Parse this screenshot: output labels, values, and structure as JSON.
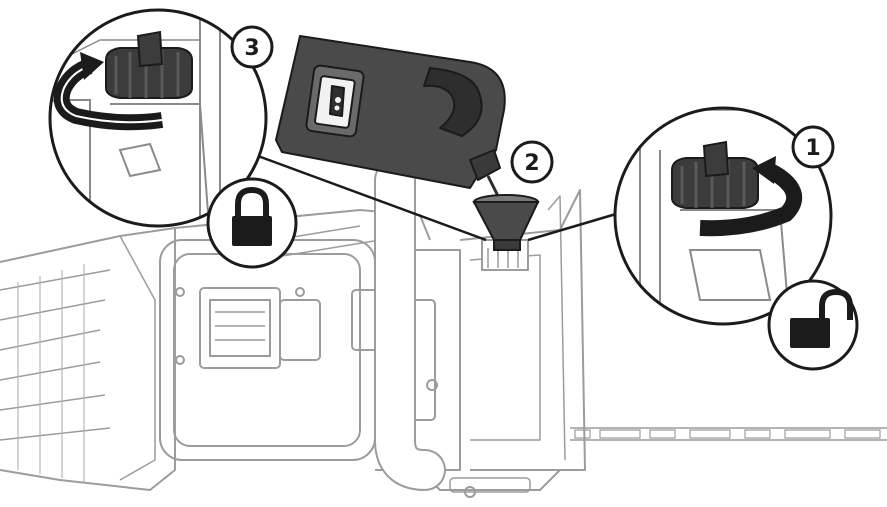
{
  "diagram": {
    "steps": [
      {
        "number": "1",
        "action": "unscrew-cap"
      },
      {
        "number": "2",
        "action": "pour-oil"
      },
      {
        "number": "3",
        "action": "screw-cap"
      }
    ],
    "icons": {
      "unlocked": "unlocked-padlock-icon",
      "locked": "locked-padlock-icon"
    },
    "colors": {
      "line": "#1b1b1b",
      "machine_line": "#9a9a9a",
      "bottle": "#4a4a4a",
      "bottle_dark": "#2e2e2e",
      "cap": "#3c3c3c",
      "background": "#ffffff"
    }
  }
}
